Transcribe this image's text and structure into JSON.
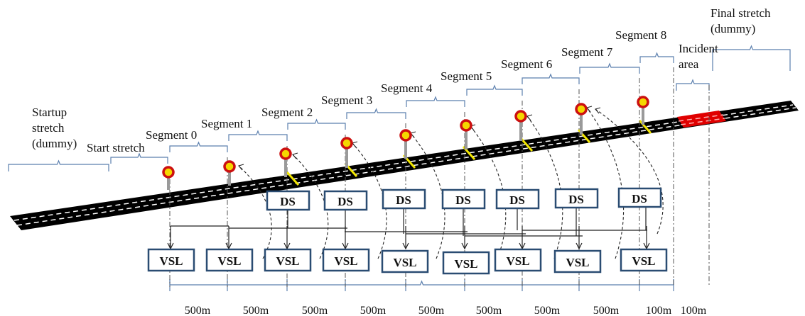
{
  "diagram": {
    "region_labels": {
      "startup_stretch": [
        "Startup",
        "stretch",
        "(dummy)"
      ],
      "start_stretch": "Start stretch",
      "incident_area": [
        "Incident",
        "area"
      ],
      "final_stretch": [
        "Final stretch",
        "(dummy)"
      ]
    },
    "segments": [
      "Segment 0",
      "Segment 1",
      "Segment 2",
      "Segment 3",
      "Segment 4",
      "Segment 5",
      "Segment 6",
      "Segment 7",
      "Segment 8"
    ],
    "ds_label": "DS",
    "vsl_label": "VSL",
    "distances": [
      "500m",
      "500m",
      "500m",
      "500m",
      "500m",
      "500m",
      "500m",
      "500m",
      "100m",
      "100m"
    ],
    "colors": {
      "road": "#000000",
      "lane_marking": "#ffffff",
      "detector": "#f2e600",
      "incident": "#e00000",
      "sign_outer": "#cc1010",
      "sign_inner": "#f5d800",
      "bracket": "#5b7fae",
      "box_border": "#2a4c72",
      "connector": "#222222"
    }
  }
}
